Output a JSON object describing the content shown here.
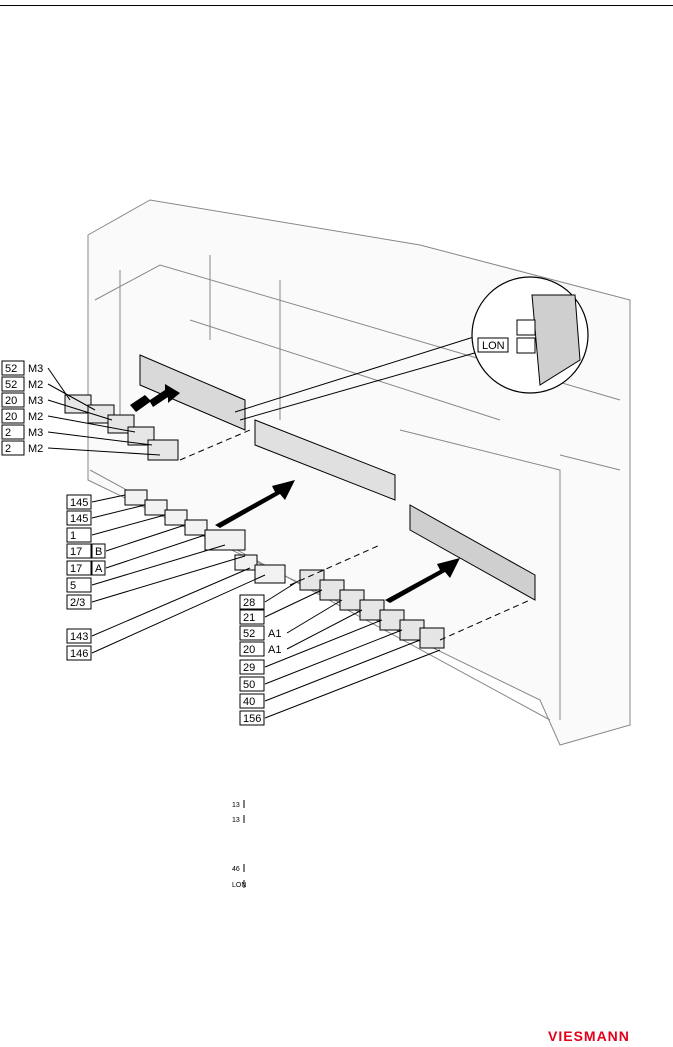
{
  "boxed_labels_left": [
    {
      "code": "52",
      "suffix": "M3"
    },
    {
      "code": "52",
      "suffix": "M2"
    },
    {
      "code": "20",
      "suffix": "M3"
    },
    {
      "code": "20",
      "suffix": "M2"
    },
    {
      "code": "2",
      "suffix": "M3"
    },
    {
      "code": "2",
      "suffix": "M2"
    }
  ],
  "boxed_labels_mid": [
    {
      "code": "145",
      "sub": ""
    },
    {
      "code": "145",
      "sub": ""
    },
    {
      "code": "1",
      "sub": ""
    },
    {
      "code": "17",
      "sub": "B"
    },
    {
      "code": "17",
      "sub": "A"
    },
    {
      "code": "5",
      "sub": ""
    },
    {
      "code": "2/3",
      "sub": ""
    },
    {
      "code": "143",
      "sub": ""
    },
    {
      "code": "146",
      "sub": ""
    }
  ],
  "boxed_labels_right": [
    {
      "code": "28",
      "suffix": ""
    },
    {
      "code": "21",
      "suffix": ""
    },
    {
      "code": "52",
      "suffix": "A1"
    },
    {
      "code": "20",
      "suffix": "A1"
    },
    {
      "code": "29",
      "suffix": ""
    },
    {
      "code": "50",
      "suffix": ""
    },
    {
      "code": "40",
      "suffix": ""
    },
    {
      "code": "156",
      "suffix": ""
    }
  ],
  "callout_label": "LON",
  "footnote_codes": [
    "13",
    "13",
    "46",
    "LON"
  ],
  "brand": "VIESMANN",
  "colors": {
    "line": "#000000",
    "panel": "#f4f4f4",
    "arrow": "#000000",
    "brand": "#e2001a"
  }
}
